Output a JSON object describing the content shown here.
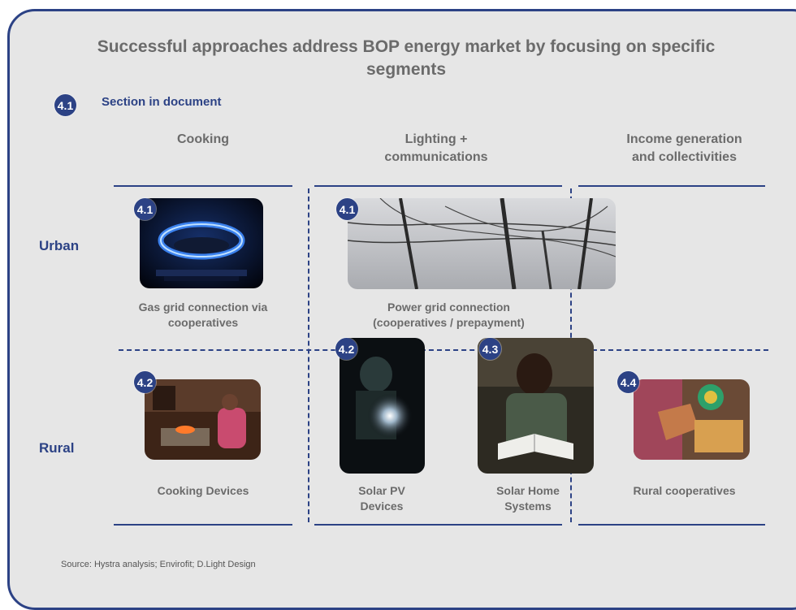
{
  "title": "Successful approaches address BOP energy market by focusing on specific segments",
  "legend": {
    "badge": "4.1",
    "label": "Section in document"
  },
  "columns": {
    "cooking": "Cooking",
    "lighting_line1": "Lighting +",
    "lighting_line2": "communications",
    "income_line1": "Income generation",
    "income_line2": "and collectivities"
  },
  "rows": {
    "urban": "Urban",
    "rural": "Rural"
  },
  "cells": {
    "gas_grid": {
      "badge": "4.1",
      "caption_line1": "Gas grid connection via",
      "caption_line2": "cooperatives"
    },
    "power_grid": {
      "badge": "4.1",
      "caption_line1": "Power grid connection",
      "caption_line2": "(cooperatives / prepayment)"
    },
    "cooking_devices": {
      "badge": "4.2",
      "caption": "Cooking Devices"
    },
    "solar_pv": {
      "badge": "4.2",
      "caption_line1": "Solar PV",
      "caption_line2": "Devices"
    },
    "solar_home": {
      "badge": "4.3",
      "caption_line1": "Solar Home",
      "caption_line2": "Systems"
    },
    "rural_coops": {
      "badge": "4.4",
      "caption": "Rural cooperatives"
    }
  },
  "source": "Source: Hystra analysis; Envirofit; D.Light Design",
  "colors": {
    "accent": "#2c4285",
    "panel": "#e6e6e6",
    "text_gray": "#6b6b6b"
  }
}
